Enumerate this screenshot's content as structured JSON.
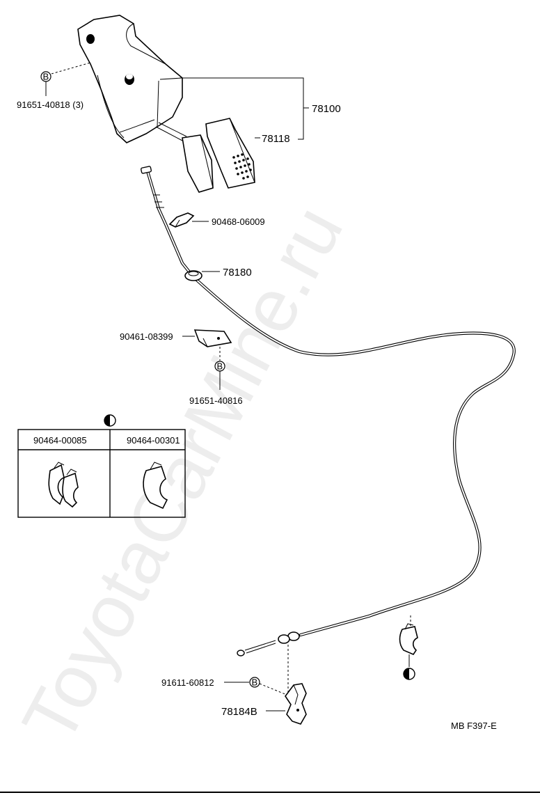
{
  "diagram": {
    "watermark": "ToyotaCarMine.ru",
    "code": "MB  F397-E",
    "symbols": {
      "bolt_letter": "B"
    },
    "parts": {
      "p78100": "78100",
      "p78118": "78118",
      "p91651_40818": "91651-40818 (3)",
      "p90468_06009": "90468-06009",
      "p78180": "78180",
      "p90461_08399": "90461-08399",
      "p91651_40816": "91651-40816",
      "p91611_60812": "91611-60812",
      "p78184B": "78184B"
    },
    "clip_table": {
      "col1": "90464-00085",
      "col2": "90464-00301"
    }
  }
}
